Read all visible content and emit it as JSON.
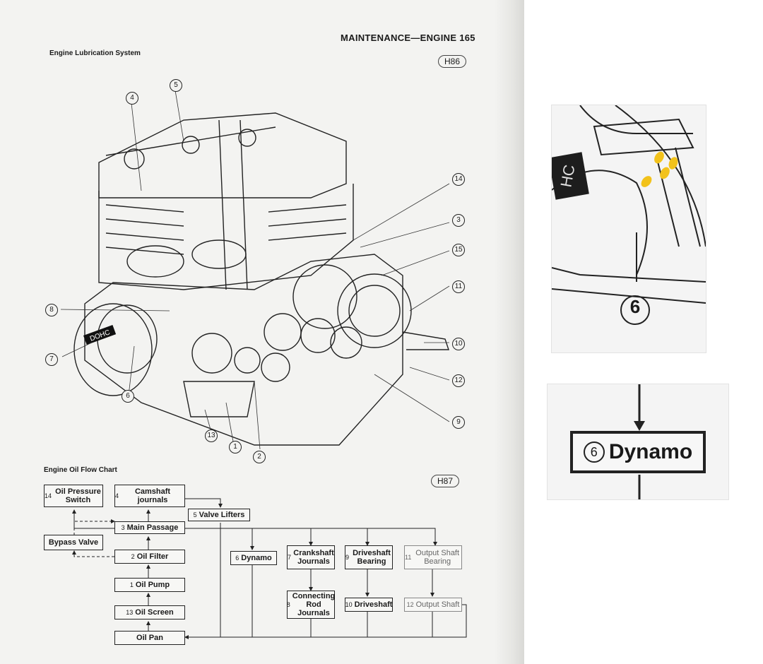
{
  "header": {
    "text": "MAINTENANCE—ENGINE  165"
  },
  "lubrication": {
    "title": "Engine Lubrication System",
    "badge": "H86",
    "emblem": "DOHC",
    "callouts": [
      "4",
      "5",
      "14",
      "3",
      "15",
      "11",
      "10",
      "12",
      "9",
      "2",
      "1",
      "13",
      "6",
      "7",
      "8"
    ]
  },
  "flow": {
    "title": "Engine Oil Flow Chart",
    "badge": "H87",
    "boxes": {
      "oil_pressure": {
        "num": "14",
        "label": "Oil Pressure Switch"
      },
      "camshaft": {
        "num": "4",
        "label": "Camshaft journals"
      },
      "valve_lifters": {
        "num": "5",
        "label": "Valve Lifters"
      },
      "main_passage": {
        "num": "3",
        "label": "Main Passage"
      },
      "bypass": {
        "label": "Bypass Valve"
      },
      "oil_filter": {
        "num": "2",
        "label": "Oil Filter"
      },
      "oil_pump": {
        "num": "1",
        "label": "Oil Pump"
      },
      "oil_screen": {
        "num": "13",
        "label": "Oil Screen"
      },
      "oil_pan": {
        "label": "Oil Pan"
      },
      "dynamo": {
        "num": "6",
        "label": "Dynamo"
      },
      "crankshaft": {
        "num": "7",
        "label": "Crankshaft Journals"
      },
      "connecting_rod": {
        "num": "8",
        "label": "Connecting Rod Journals"
      },
      "driveshaft_bearing": {
        "num": "9",
        "label": "Driveshaft Bearing"
      },
      "driveshaft": {
        "num": "10",
        "label": "Driveshaft"
      },
      "output_bearing": {
        "num": "11",
        "label": "Output Shaft Bearing"
      },
      "output_shaft": {
        "num": "12",
        "label": "Output Shaft"
      }
    }
  },
  "zoom_top": {
    "callout": "6",
    "emblem_fragment": "HC"
  },
  "zoom_bottom": {
    "num": "6",
    "label": "Dynamo"
  },
  "colors": {
    "ink": "#1a1a1a",
    "paper": "#f3f3f1",
    "highlight": "#f2c21b"
  }
}
